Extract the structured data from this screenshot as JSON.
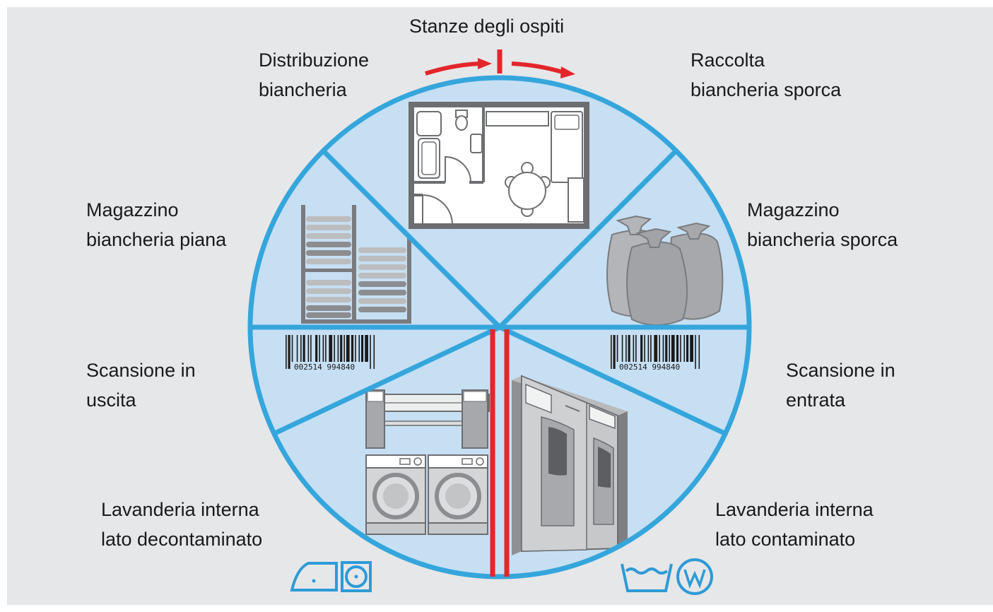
{
  "labels": {
    "stanze_ospiti": "Stanze degli ospiti",
    "distribuzione": [
      "Distribuzione",
      "biancheria"
    ],
    "raccolta": [
      "Raccolta",
      "biancheria sporca"
    ],
    "magazzino_piana": [
      "Magazzino",
      "biancheria piana"
    ],
    "magazzino_sporca": [
      "Magazzino",
      "biancheria sporca"
    ],
    "scansione_uscita": [
      "Scansione in",
      "uscita"
    ],
    "scansione_entrata": [
      "Scansione in",
      "entrata"
    ],
    "lav_decontaminato": [
      "Lavanderia interna",
      "lato decontaminato"
    ],
    "lav_contaminato": [
      "Lavanderia interna",
      "lato contaminato"
    ]
  },
  "barcode_number": "002514 994840",
  "icons": [
    "room-floorplan-icon",
    "shelf-icon",
    "laundry-bags-icon",
    "barcode-icon",
    "ironer-icon",
    "washing-machine-icon",
    "barrier-washer-icon",
    "ironing-symbol-icon",
    "tumble-dry-symbol-icon",
    "wash-tub-symbol-icon",
    "wet-clean-symbol-icon"
  ],
  "colors": {
    "background": "#e6e7e9",
    "circle_fill": "#c6dff3",
    "circle_line": "#35a6dc",
    "barrier_red": "#e3262b",
    "care_symbol_blue": "#2e9bd6"
  }
}
